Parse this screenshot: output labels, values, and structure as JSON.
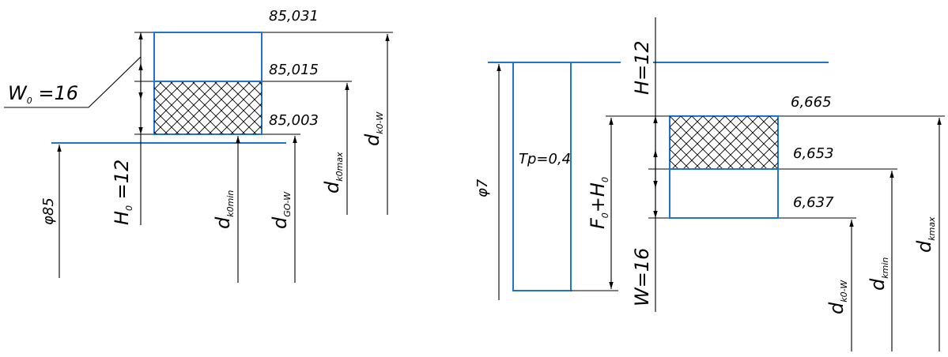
{
  "left_diagram": {
    "values": {
      "top": "85,031",
      "mid": "85,015",
      "low": "85,003"
    },
    "w0": {
      "main": "W",
      "sub": "0",
      "rest": " =16"
    },
    "h0": {
      "main": "H",
      "sub": "0",
      "rest": " =12"
    },
    "phi": "φ85",
    "d_k0min": {
      "main": "d",
      "sub": "k0min"
    },
    "d_go_w": {
      "main": "d",
      "sub": "GO-W"
    },
    "d_k0max": {
      "main": "d",
      "sub": "k0max"
    },
    "d_k0_w": {
      "main": "d",
      "sub": "k0-W"
    }
  },
  "right_diagram": {
    "values": {
      "top": "6,665",
      "mid": "6,653",
      "low": "6,637"
    },
    "h": "H=12",
    "tp": "Tp=0,4",
    "phi": "φ7",
    "f0h0": {
      "f": "F",
      "f_sub": "0",
      "plus": "+H",
      "h_sub": "0"
    },
    "w": "W=16",
    "d_k0_w": {
      "main": "d",
      "sub": "k0-W"
    },
    "d_kmin": {
      "main": "d",
      "sub": "kmin"
    },
    "d_kmax": {
      "main": "d",
      "sub": "kmax"
    }
  }
}
